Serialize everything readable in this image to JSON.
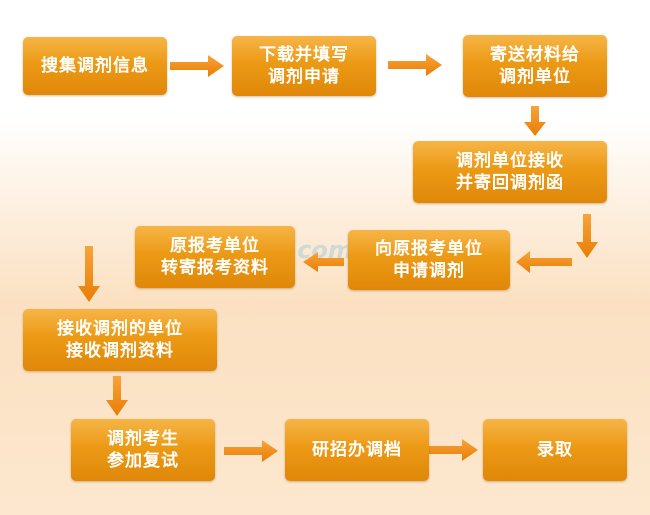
{
  "steps": [
    {
      "id": "collect",
      "lines": [
        "搜集调剂信息"
      ]
    },
    {
      "id": "download",
      "lines": [
        "下载并填写",
        "调剂申请"
      ]
    },
    {
      "id": "send",
      "lines": [
        "寄送材料给",
        "调剂单位"
      ]
    },
    {
      "id": "receive-return",
      "lines": [
        "调剂单位接收",
        "并寄回调剂函"
      ]
    },
    {
      "id": "apply-origin",
      "lines": [
        "向原报考单位",
        "申请调剂"
      ]
    },
    {
      "id": "forward",
      "lines": [
        "原报考单位",
        "转寄报考资料"
      ]
    },
    {
      "id": "accept-unit",
      "lines": [
        "接收调剂的单位",
        "接收调剂资料"
      ]
    },
    {
      "id": "retest",
      "lines": [
        "调剂考生",
        "参加复试"
      ]
    },
    {
      "id": "archive",
      "lines": [
        "研招办调档"
      ]
    },
    {
      "id": "admit",
      "lines": [
        "录取"
      ]
    }
  ],
  "watermark": ".com",
  "colors": {
    "box": "#ec9a15",
    "arrow": "#f0860a",
    "text": "#ffffff"
  }
}
